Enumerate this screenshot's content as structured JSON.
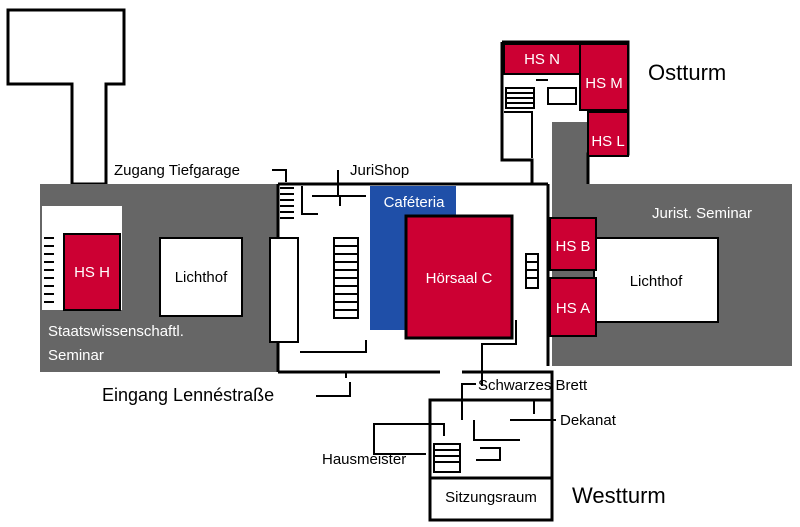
{
  "colors": {
    "lecture_hall": "#cc0033",
    "seminar": "#666666",
    "cafeteria": "#1f4fa8",
    "wall": "#000000",
    "floor": "#ffffff"
  },
  "towers": {
    "east": "Ostturm",
    "west": "Westturm"
  },
  "rooms": {
    "hs_n": "HS N",
    "hs_m": "HS M",
    "hs_l": "HS L",
    "hs_b": "HS B",
    "hs_a": "HS A",
    "hs_h": "HS H",
    "hoersaal_c": "Hörsaal C",
    "cafeteria": "Caféteria",
    "lichthof_west": "Lichthof",
    "lichthof_east": "Lichthof",
    "sitzungsraum": "Sitzungsraum"
  },
  "areas": {
    "jurist_seminar": "Jurist. Seminar",
    "staatswiss_line1": "Staatswissenschaftl.",
    "staatswiss_line2": "Seminar"
  },
  "labels": {
    "zugang_tiefgarage": "Zugang Tiefgarage",
    "jurishop": "JuriShop",
    "eingang": "Eingang Lennéstraße",
    "schwarzes_brett": "Schwarzes Brett",
    "dekanat": "Dekanat",
    "hausmeister": "Hausmeister"
  }
}
